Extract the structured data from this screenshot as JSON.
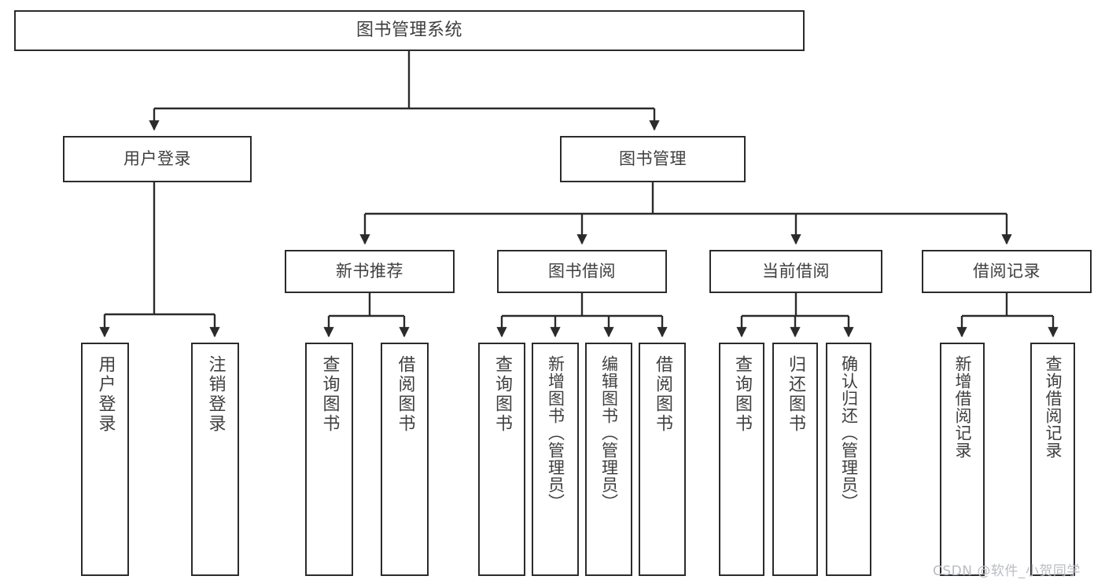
{
  "diagram": {
    "title": "图书管理系统",
    "type": "tree-hierarchy",
    "background_color": "#ffffff",
    "border_color": "#2b2b2b",
    "text_color": "#3f3f3f",
    "watermark": "CSDN @软件_小贺同学"
  },
  "nodes": {
    "root": {
      "label": "图书管理系统"
    },
    "level2": [
      {
        "label": "用户登录"
      },
      {
        "label": "图书管理"
      }
    ],
    "level3": [
      {
        "label": "新书推荐"
      },
      {
        "label": "图书借阅"
      },
      {
        "label": "当前借阅"
      },
      {
        "label": "借阅记录"
      }
    ],
    "leaves": {
      "user_login": [
        {
          "label": "用户登录"
        },
        {
          "label": "注销登录"
        }
      ],
      "new_book_recommend": [
        {
          "label": "查询图书"
        },
        {
          "label": "借阅图书"
        }
      ],
      "book_borrow": [
        {
          "label": "查询图书"
        },
        {
          "label": "新增图书（管理员）"
        },
        {
          "label": "编辑图书（管理员）"
        },
        {
          "label": "借阅图书"
        }
      ],
      "current_borrow": [
        {
          "label": "查询图书"
        },
        {
          "label": "归还图书"
        },
        {
          "label": "确认归还（管理员）"
        }
      ],
      "borrow_records": [
        {
          "label": "新增借阅记录"
        },
        {
          "label": "查询借阅记录"
        }
      ]
    }
  }
}
